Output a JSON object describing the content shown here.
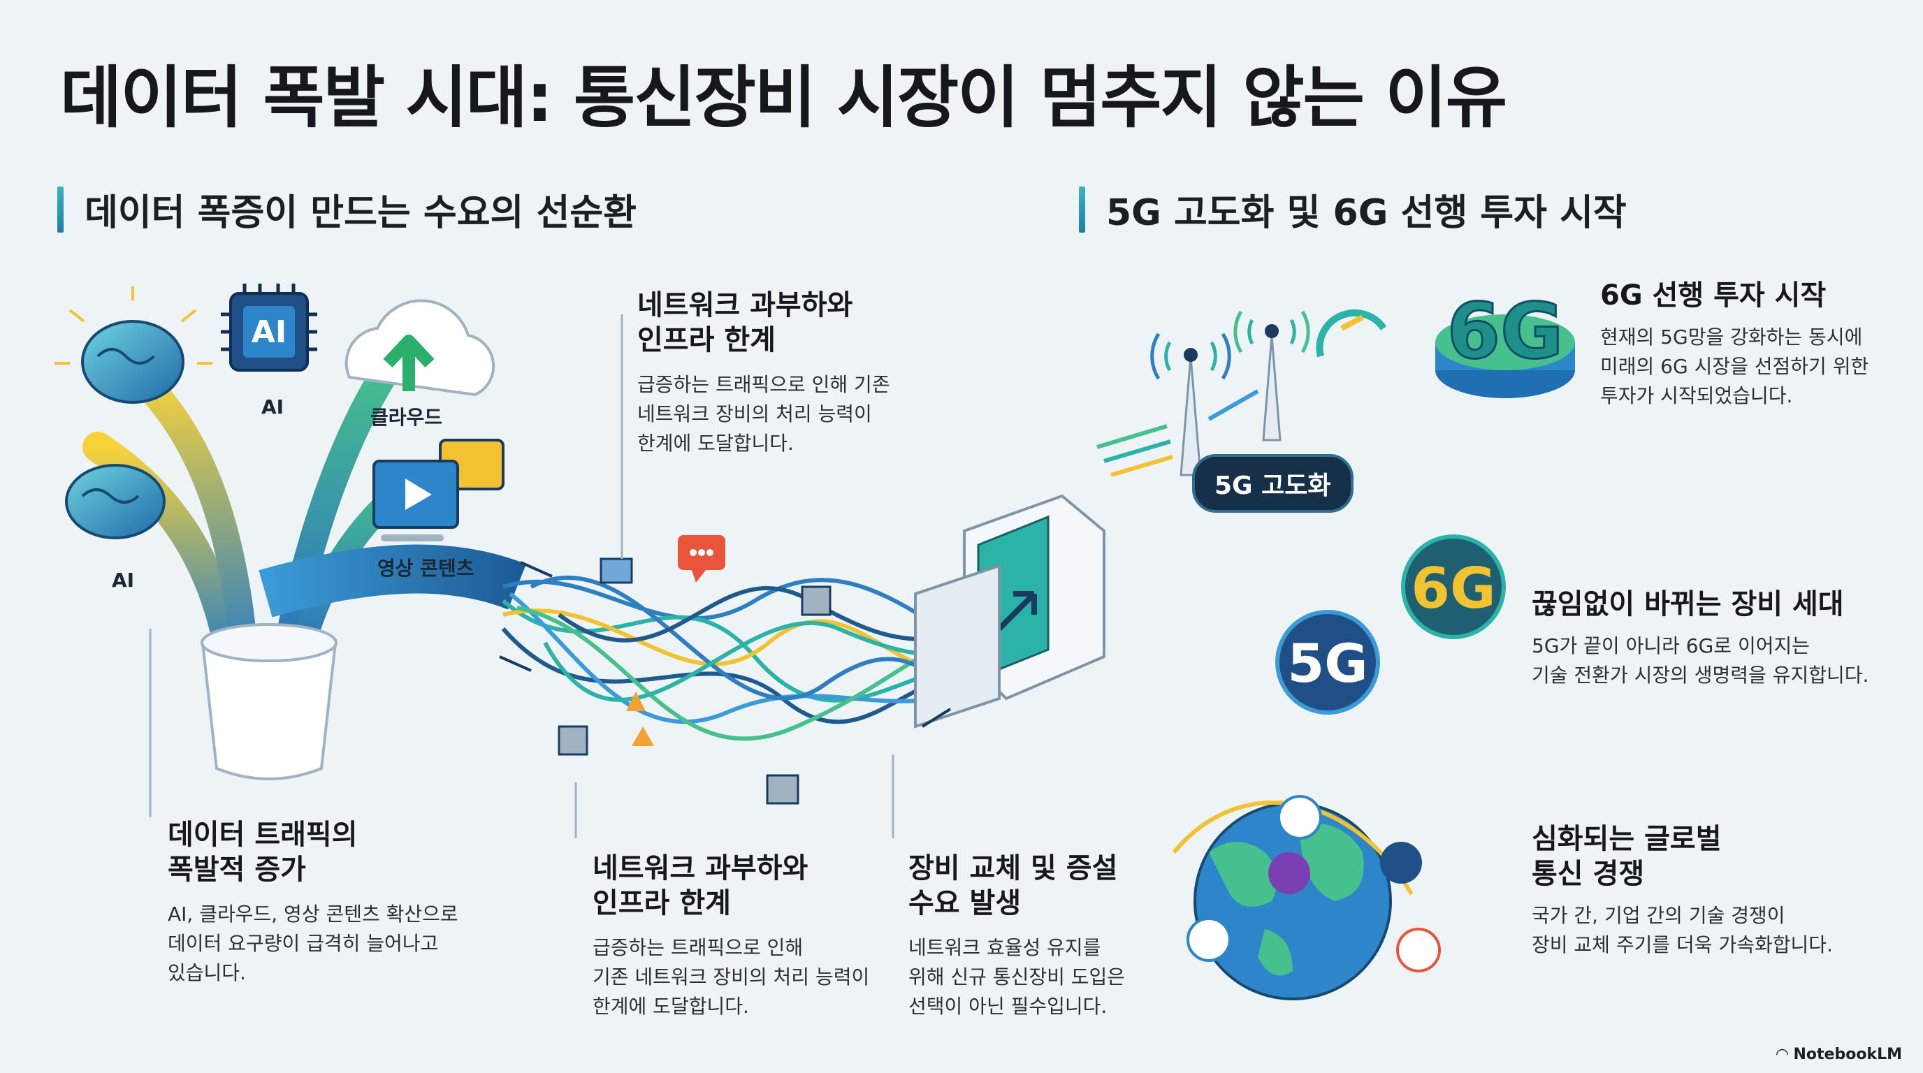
{
  "title": "데이터 폭발 시대: 통신장비 시장이 멈추지 않는 이유",
  "left_section": {
    "heading": "데이터 폭증이 만드는 수요의 선순환",
    "icon_labels": {
      "ai_top": "AI",
      "ai_left": "AI",
      "cloud": "클라우드",
      "video": "영상 콘텐츠",
      "chip": "AI"
    },
    "callouts": [
      {
        "title_lines": [
          "네트워크 과부하와",
          "인프라 한계"
        ],
        "text_lines": [
          "급증하는 트래픽으로 인해 기존",
          "네트워크 장비의 처리 능력이",
          "한계에 도달합니다."
        ]
      },
      {
        "title_lines": [
          "데이터 트래픽의",
          "폭발적 증가"
        ],
        "text_lines": [
          "AI, 클라우드, 영상 콘텐츠 확산으로",
          "데이터 요구량이 급격히 늘어나고",
          "있습니다."
        ]
      },
      {
        "title_lines": [
          "네트워크 과부하와",
          "인프라 한계"
        ],
        "text_lines": [
          "급증하는 트래픽으로 인해",
          "기존 네트워크 장비의 처리 능력이",
          "한계에 도달합니다."
        ]
      },
      {
        "title_lines": [
          "장비 교체 및 증설",
          "수요 발생"
        ],
        "text_lines": [
          "네트워크 효율성 유지를",
          "위해 신규 통신장비 도입은",
          "선택이 아닌 필수입니다."
        ]
      }
    ]
  },
  "right_section": {
    "heading": "5G 고도화 및 6G 선행 투자 시작",
    "tower_label": "5G 고도화",
    "badge_6g_big": "6G",
    "badge_6g_small": "6G",
    "badge_5g": "5G",
    "items": [
      {
        "title_lines": [
          "6G 선행 투자 시작"
        ],
        "text_lines": [
          "현재의 5G망을 강화하는 동시에",
          "미래의 6G 시장을 선점하기 위한",
          "투자가 시작되었습니다."
        ]
      },
      {
        "title_lines": [
          "끊임없이 바뀌는 장비 세대"
        ],
        "text_lines": [
          "5G가 끝이 아니라 6G로 이어지는",
          "기술 전환가 시장의 생명력을 유지합니다."
        ]
      },
      {
        "title_lines": [
          "심화되는 글로벌",
          "통신 경쟁"
        ],
        "text_lines": [
          "국가 간, 기업 간의 기술 경쟁이",
          "장비 교체 주기를 더욱 가속화합니다."
        ]
      }
    ]
  },
  "brand": "NotebookLM",
  "colors": {
    "accent_teal": "#2bb3a8",
    "accent_blue": "#1f6fb2",
    "accent_yellow": "#f2c230",
    "dark_navy": "#16304a"
  }
}
